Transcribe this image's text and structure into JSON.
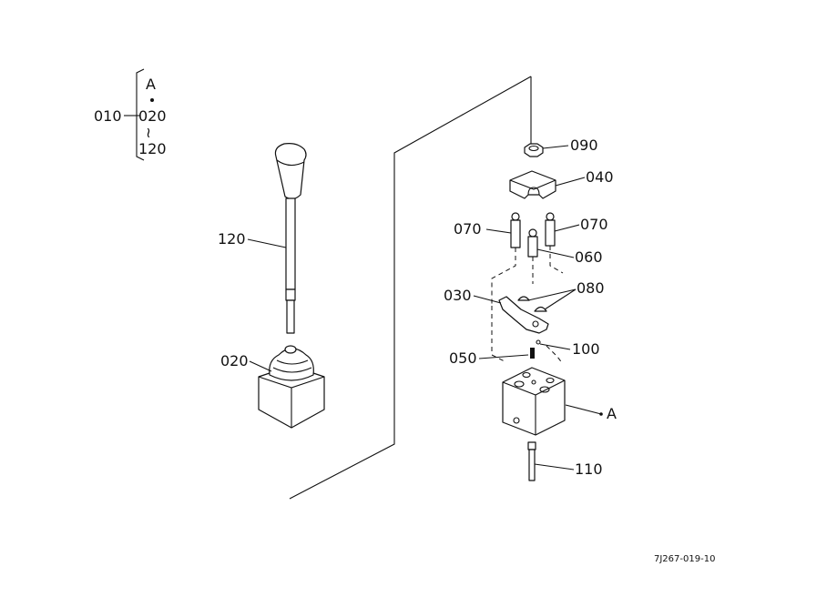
{
  "legend": {
    "parent": "010",
    "top": "A",
    "dot": "•",
    "from": "020",
    "tilde": "≀",
    "to": "120"
  },
  "callouts": {
    "c090": "090",
    "c040": "040",
    "c070_left": "070",
    "c070_right": "070",
    "c060": "060",
    "c030": "030",
    "c080": "080",
    "c100": "100",
    "c050": "050",
    "c110": "110",
    "cA": "A",
    "c120": "120",
    "c020": "020"
  },
  "figure_code": "7J267-019-10"
}
